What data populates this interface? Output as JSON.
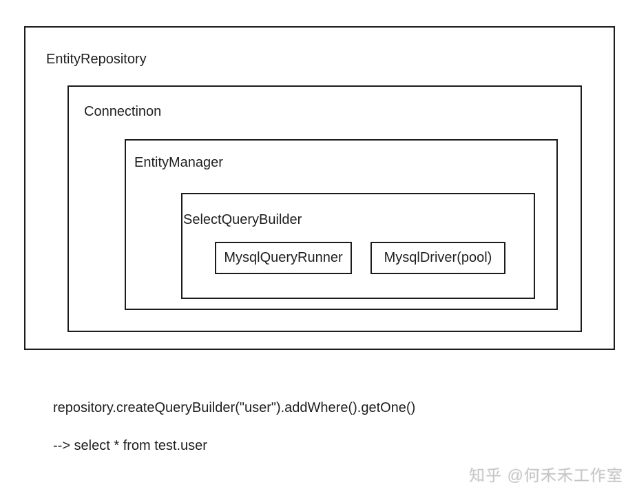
{
  "diagram": {
    "entity_repository": {
      "label": "EntityRepository"
    },
    "connection": {
      "label": "Connectinon"
    },
    "entity_manager": {
      "label": "EntityManager"
    },
    "select_query_builder": {
      "label": "SelectQueryBuilder"
    },
    "mysql_query_runner": {
      "label": "MysqlQueryRunner"
    },
    "mysql_driver": {
      "label": "MysqlDriver(pool)"
    }
  },
  "annotation": {
    "line1": "repository.createQueryBuilder(\"user\").addWhere().getOne()",
    "line2": "--> select * from test.user"
  },
  "watermark": {
    "text": "知乎 @何禾禾工作室"
  },
  "colors": {
    "border": "#1c1c1c",
    "text": "#1f1f1f",
    "watermark": "#c6c6c6",
    "background": "#ffffff"
  }
}
